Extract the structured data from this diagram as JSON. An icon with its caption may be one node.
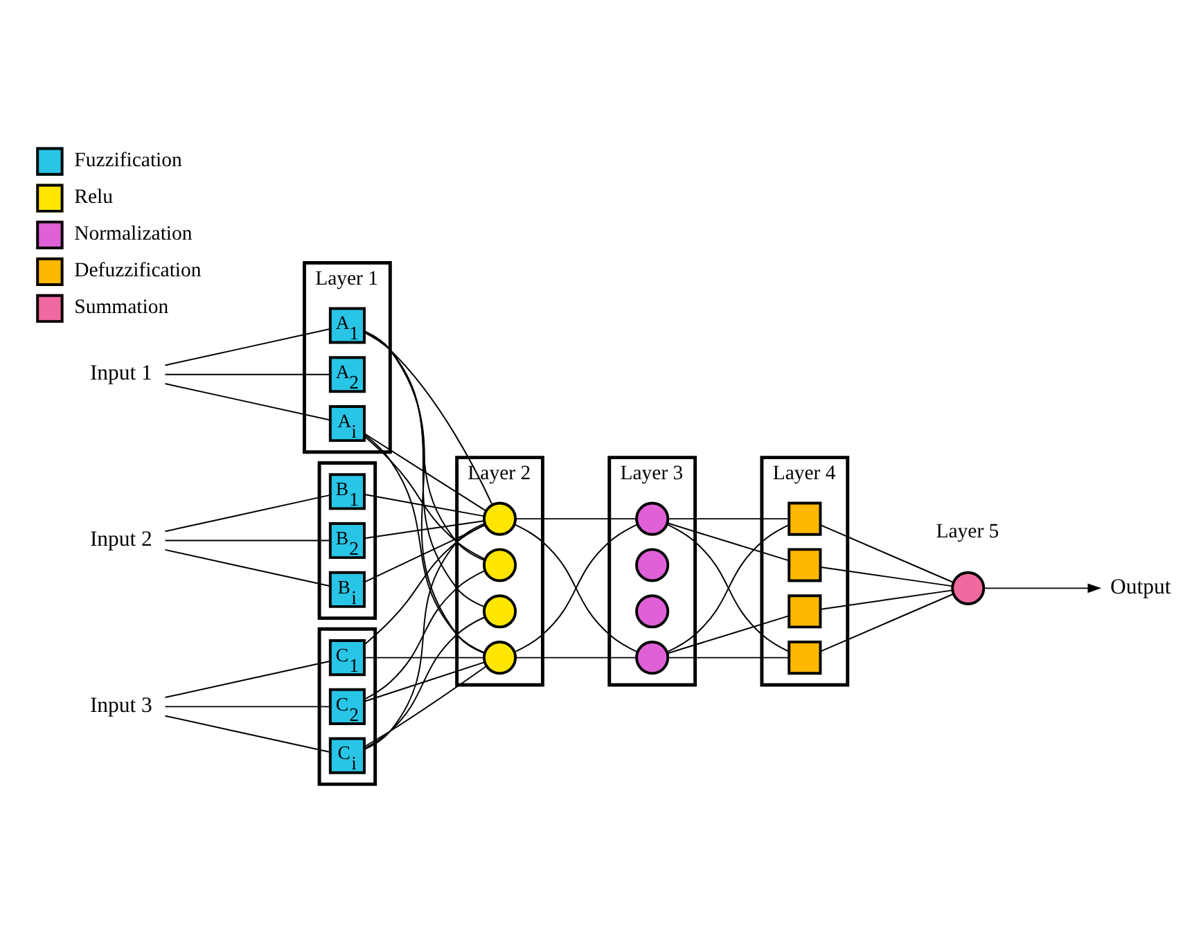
{
  "diagram": {
    "nodes": [
      {
        "text": [
          "Input 1"
        ]
      },
      {
        "text": [
          "Input 2"
        ]
      },
      {
        "text": [
          "Input 3"
        ]
      },
      {
        "text": [
          "Layer 1"
        ]
      },
      {
        "text": [
          "A$_{1}$"
        ],
        "in": 3
      },
      {
        "text": [
          "A$_{2}$"
        ],
        "in": 3
      },
      {
        "text": [
          "A$_{i}$"
        ],
        "in": 3
      },
      {
        "text": [],
        "shape": "box"
      },
      {
        "text": [
          "B$_{1}$"
        ],
        "in": 7
      },
      {
        "text": [
          "B$_{2}$"
        ],
        "in": 7
      },
      {
        "text": [
          "B$_{i}$"
        ],
        "in": 7
      },
      {
        "text": [],
        "shape": "box"
      },
      {
        "text": [
          "C$_{1}$"
        ],
        "in": 11
      },
      {
        "text": [
          "C$_{2}$"
        ],
        "in": 11
      },
      {
        "text": [
          "C$_{i}$"
        ],
        "in": 11
      },
      {
        "text": [
          "Layer 2"
        ]
      },
      {
        "text": [],
        "shape": "circle",
        "in": 15
      },
      {
        "text": [],
        "shape": "circle",
        "in": 15
      },
      {
        "text": [],
        "shape": "circle",
        "in": 15
      },
      {
        "text": [],
        "shape": "circle",
        "in": 15
      },
      {
        "text": [
          "Layer 3"
        ]
      },
      {
        "text": [],
        "shape": "circle",
        "in": 20
      },
      {
        "text": [],
        "shape": "circle",
        "in": 20
      },
      {
        "text": [],
        "shape": "circle",
        "in": 20
      },
      {
        "text": [],
        "shape": "circle",
        "in": 20
      },
      {
        "text": [
          "Layer 4"
        ]
      },
      {
        "text": [],
        "shape": "box",
        "in": 25
      },
      {
        "text": [],
        "shape": "box",
        "in": 25
      },
      {
        "text": [],
        "shape": "box",
        "in": 25
      },
      {
        "text": [],
        "shape": "box",
        "in": 25
      },
      {
        "text": [],
        "shape": "circle",
        "beside": [
          "Layer 5"
        ]
      },
      {
        "text": [
          "Output"
        ]
      }
    ],
    "edges": [
      {
        "from": 0,
        "to": 4,
        "arrow": "none"
      },
      {
        "from": 0,
        "to": 5,
        "arrow": "none"
      },
      {
        "from": 0,
        "to": 6,
        "arrow": "none"
      },
      {
        "from": 1,
        "to": 8,
        "arrow": "none"
      },
      {
        "from": 1,
        "to": 9,
        "arrow": "none"
      },
      {
        "from": 1,
        "to": 10,
        "arrow": "none"
      },
      {
        "from": 2,
        "to": 12,
        "arrow": "none"
      },
      {
        "from": 2,
        "to": 13,
        "arrow": "none"
      },
      {
        "from": 2,
        "to": 14,
        "arrow": "none"
      },
      {
        "from": 4,
        "to": 16,
        "arrow": "none"
      },
      {
        "from": 4,
        "to": 17,
        "arrow": "none"
      },
      {
        "from": 4,
        "to": 18,
        "arrow": "none"
      },
      {
        "from": 4,
        "to": 19,
        "arrow": "none"
      },
      {
        "from": 6,
        "to": 16,
        "arrow": "none"
      },
      {
        "from": 6,
        "to": 17,
        "arrow": "none"
      },
      {
        "from": 6,
        "to": 19,
        "arrow": "none"
      },
      {
        "from": 8,
        "to": 16,
        "arrow": "none"
      },
      {
        "from": 9,
        "to": 16,
        "arrow": "none"
      },
      {
        "from": 10,
        "to": 16,
        "arrow": "none"
      },
      {
        "from": 12,
        "to": 16,
        "arrow": "none"
      },
      {
        "from": 12,
        "to": 19,
        "arrow": "none"
      },
      {
        "from": 13,
        "to": 17,
        "arrow": "none"
      },
      {
        "from": 13,
        "to": 19,
        "arrow": "none"
      },
      {
        "from": 14,
        "to": 16,
        "arrow": "none"
      },
      {
        "from": 14,
        "to": 18,
        "arrow": "none"
      },
      {
        "from": 14,
        "to": 19,
        "arrow": "none"
      },
      {
        "from": 16,
        "to": 21,
        "arrow": "none"
      },
      {
        "from": 16,
        "to": 24,
        "arrow": "none"
      },
      {
        "from": 19,
        "to": 21,
        "arrow": "none"
      },
      {
        "from": 19,
        "to": 24,
        "arrow": "none"
      },
      {
        "from": 21,
        "to": 26,
        "arrow": "none"
      },
      {
        "from": 21,
        "to": 27,
        "arrow": "none"
      },
      {
        "from": 21,
        "to": 29,
        "arrow": "none"
      },
      {
        "from": 24,
        "to": 26,
        "arrow": "none"
      },
      {
        "from": 24,
        "to": 28,
        "arrow": "none"
      },
      {
        "from": 24,
        "to": 29,
        "arrow": "none"
      },
      {
        "from": 26,
        "to": 30,
        "arrow": "none"
      },
      {
        "from": 27,
        "to": 30,
        "arrow": "none"
      },
      {
        "from": 28,
        "to": 30,
        "arrow": "none"
      },
      {
        "from": 29,
        "to": 30,
        "arrow": "none"
      },
      {
        "from": 30,
        "to": 31,
        "arrow": "to"
      }
    ],
    "legend": [
      {
        "text": "Fuzzification",
        "color": "#29c5e6"
      },
      {
        "text": "Relu",
        "color": "#ffe600"
      },
      {
        "text": "Normalization",
        "color": "#e060d8"
      },
      {
        "text": "Defuzzification",
        "color": "#ffb800"
      },
      {
        "text": "Summation",
        "color": "#f06aa0"
      }
    ]
  }
}
